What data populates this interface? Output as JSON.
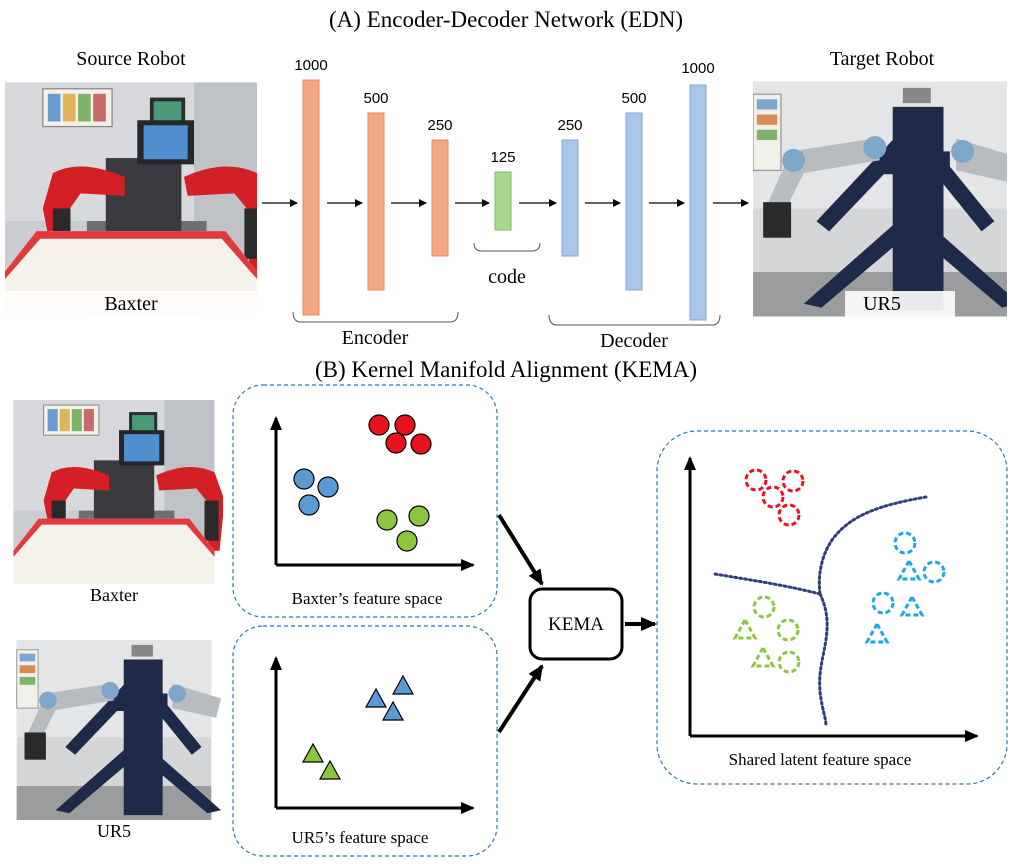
{
  "colors": {
    "encoder": "#f4a582",
    "encoder_stroke": "#e58a64",
    "code": "#a6d890",
    "code_stroke": "#7cbd62",
    "decoder": "#a9c7ea",
    "decoder_stroke": "#7fa7d6",
    "red_class": "#e8121e",
    "blue_class": "#5b9bd5",
    "green_class": "#8cc63f",
    "cyan_class": "#1fa5e0",
    "dash_box": "#2e75b6",
    "boundary": "#2f3f77"
  },
  "part_a": {
    "title": "(A) Encoder-Decoder Network (EDN)",
    "source_label": "Source Robot",
    "target_label": "Target Robot",
    "source_robot_caption": "Baxter",
    "target_robot_caption": "UR5",
    "encoder_label": "Encoder",
    "decoder_label": "Decoder",
    "code_label": "code",
    "layers": [
      {
        "units": "1000",
        "role": "encoder"
      },
      {
        "units": "500",
        "role": "encoder"
      },
      {
        "units": "250",
        "role": "encoder"
      },
      {
        "units": "125",
        "role": "code"
      },
      {
        "units": "250",
        "role": "decoder"
      },
      {
        "units": "500",
        "role": "decoder"
      },
      {
        "units": "1000",
        "role": "decoder"
      }
    ]
  },
  "part_b": {
    "title": "(B) Kernel Manifold Alignment (KEMA)",
    "baxter_caption": "Baxter",
    "ur5_caption": "UR5",
    "baxter_space_label": "Baxter’s feature space",
    "ur5_space_label": "UR5’s feature space",
    "kema_label": "KEMA",
    "shared_space_label": "Shared latent feature space"
  },
  "icons": {
    "baxter_photo": "baxter-robot-photo",
    "ur5_photo": "ur5-robot-photo",
    "circle_marker": "circle",
    "triangle_marker": "triangle"
  }
}
